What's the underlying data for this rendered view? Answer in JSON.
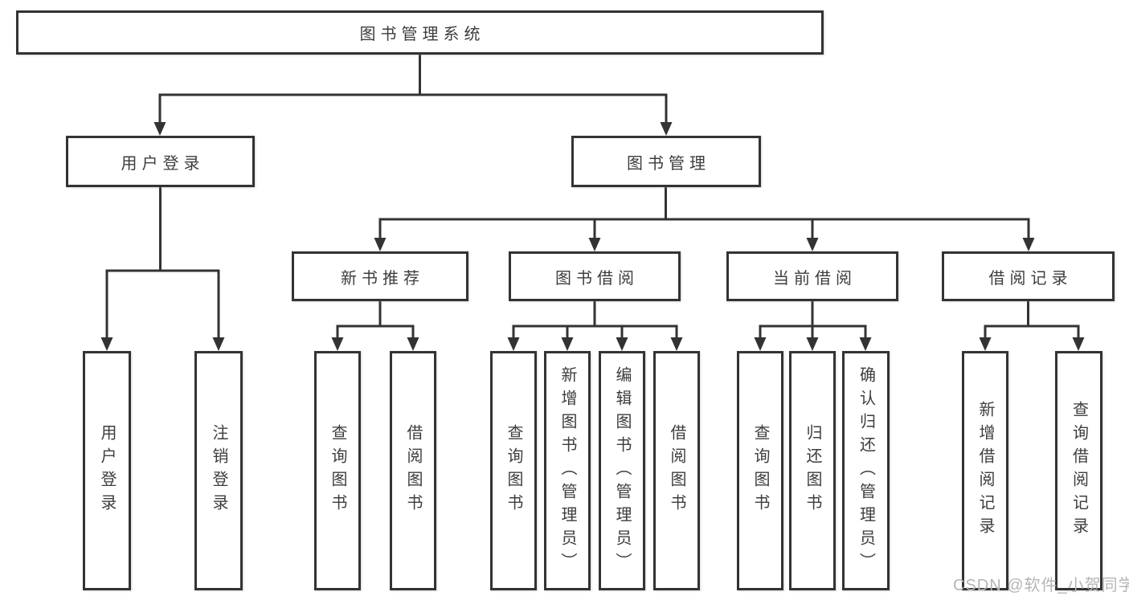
{
  "diagram": {
    "root": {
      "label": "图书管理系统"
    },
    "level2": [
      {
        "label": "用户登录"
      },
      {
        "label": "图书管理"
      }
    ],
    "level3": [
      {
        "label": "新书推荐"
      },
      {
        "label": "图书借阅"
      },
      {
        "label": "当前借阅"
      },
      {
        "label": "借阅记录"
      }
    ],
    "leaves": {
      "user_login": [
        {
          "label": "用户登录"
        },
        {
          "label": "注销登录"
        }
      ],
      "new_book": [
        {
          "label": "查询图书"
        },
        {
          "label": "借阅图书"
        }
      ],
      "book_borrow": [
        {
          "label": "查询图书"
        },
        {
          "label": "新增图书（管理员）"
        },
        {
          "label": "编辑图书（管理员）"
        },
        {
          "label": "借阅图书"
        }
      ],
      "current_borrow": [
        {
          "label": "查询图书"
        },
        {
          "label": "归还图书"
        },
        {
          "label": "确认归还（管理员）"
        }
      ],
      "records": [
        {
          "label": "新增借阅记录"
        },
        {
          "label": "查询借阅记录"
        }
      ]
    }
  },
  "watermark": "CSDN @软件_小贺同学",
  "colors": {
    "line": "#333333",
    "text": "#3d3d3d",
    "watermark": "#b5b5b5",
    "background": "#ffffff"
  }
}
